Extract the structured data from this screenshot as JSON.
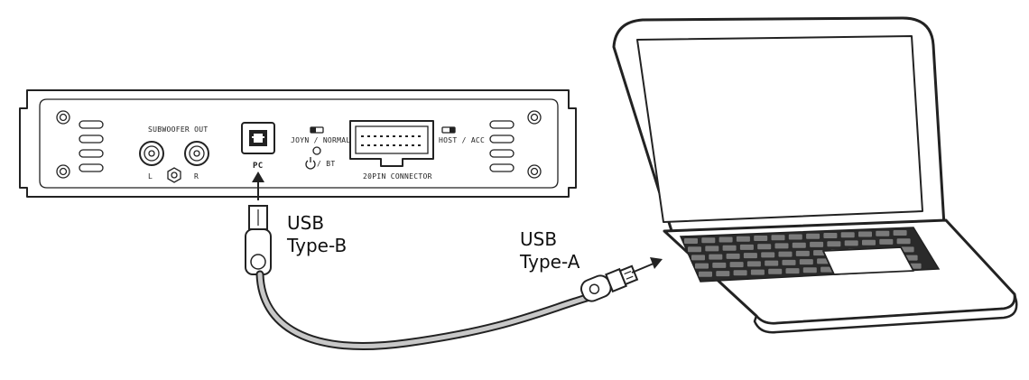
{
  "device": {
    "subwoofer_out_label": "SUBWOOFER OUT",
    "left_label": "L",
    "right_label": "R",
    "pc_label": "PC",
    "mode_switch_label": "JOYN / NORMAL",
    "power_bt_label": "/ BT",
    "connector_label": "20PIN CONNECTOR",
    "host_acc_label": "HOST / ACC"
  },
  "cable": {
    "type_b_line1": "USB",
    "type_b_line2": "Type-B",
    "type_a_line1": "USB",
    "type_a_line2": "Type-A"
  }
}
